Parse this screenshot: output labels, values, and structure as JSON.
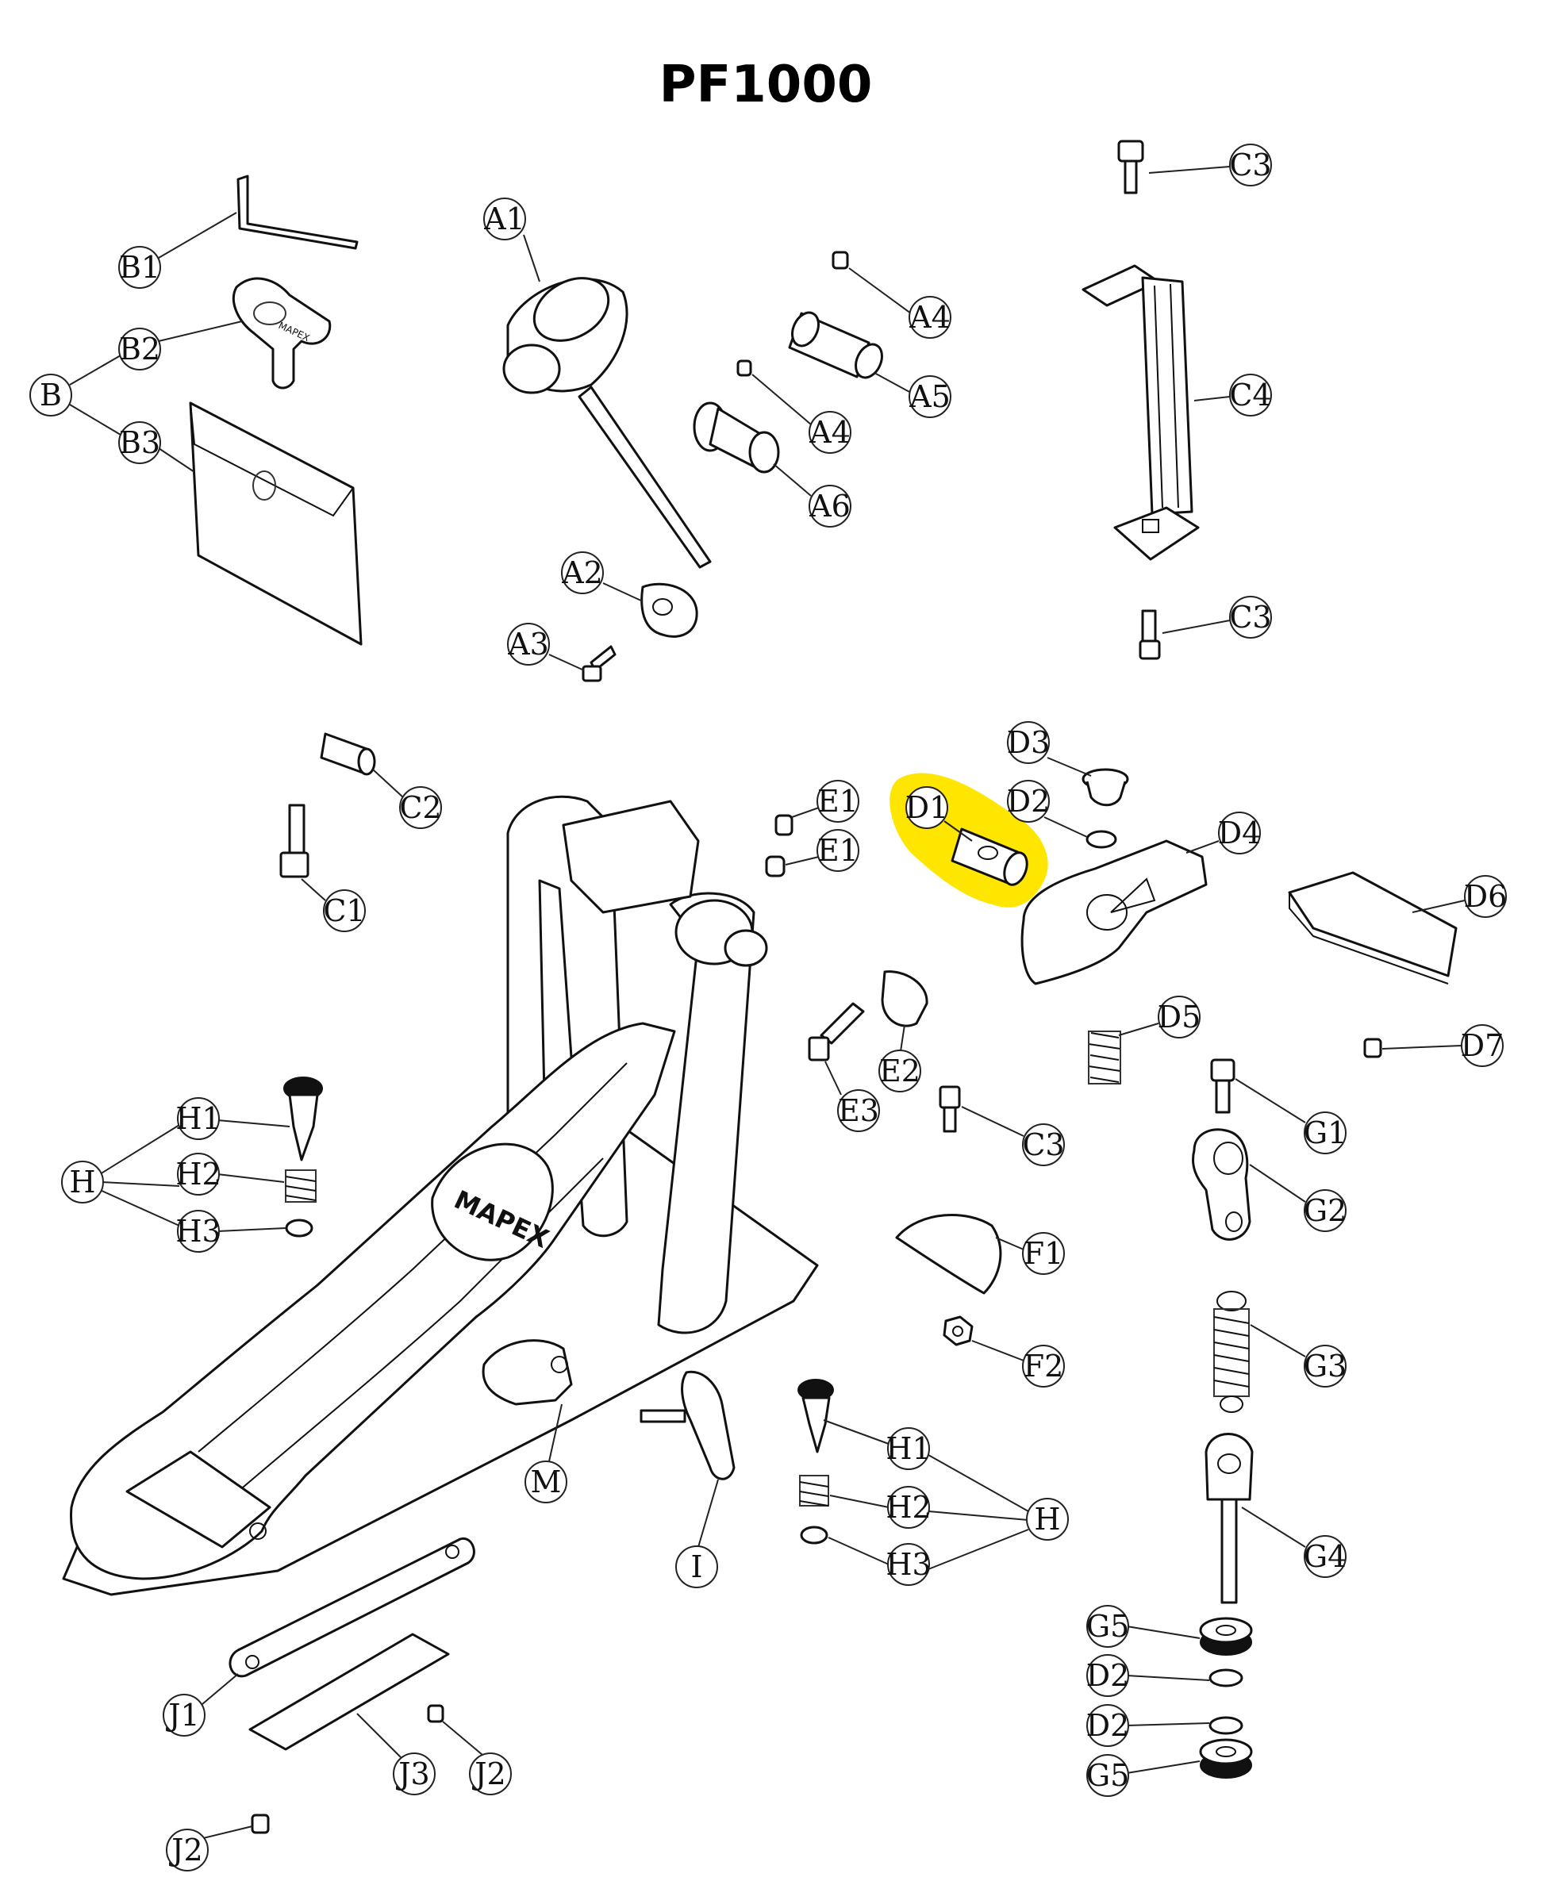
{
  "title": "PF1000",
  "highlight_color": "#FFE600",
  "callouts": {
    "A1": "A1",
    "A2": "A2",
    "A3": "A3",
    "A4a": "A4",
    "A4b": "A4",
    "A5": "A5",
    "A6": "A6",
    "B": "B",
    "B1": "B1",
    "B2": "B2",
    "B3": "B3",
    "C1": "C1",
    "C2": "C2",
    "C3a": "C3",
    "C3b": "C3",
    "C3c": "C3",
    "C4": "C4",
    "D1": "D1",
    "D2a": "D2",
    "D2b": "D2",
    "D2c": "D2",
    "D3": "D3",
    "D4": "D4",
    "D5": "D5",
    "D6": "D6",
    "D7": "D7",
    "E1a": "E1",
    "E1b": "E1",
    "E2": "E2",
    "E3": "E3",
    "F1": "F1",
    "F2": "F2",
    "G1": "G1",
    "G2": "G2",
    "G3": "G3",
    "G4": "G4",
    "G5a": "G5",
    "G5b": "G5",
    "Ha": "H",
    "H1a": "H1",
    "H2a": "H2",
    "H3a": "H3",
    "Hb": "H",
    "H1b": "H1",
    "H2b": "H2",
    "H3b": "H3",
    "I": "I",
    "J1": "J1",
    "J2a": "J2",
    "J2b": "J2",
    "J3": "J3",
    "M": "M"
  },
  "logo_text": "MAPEX"
}
